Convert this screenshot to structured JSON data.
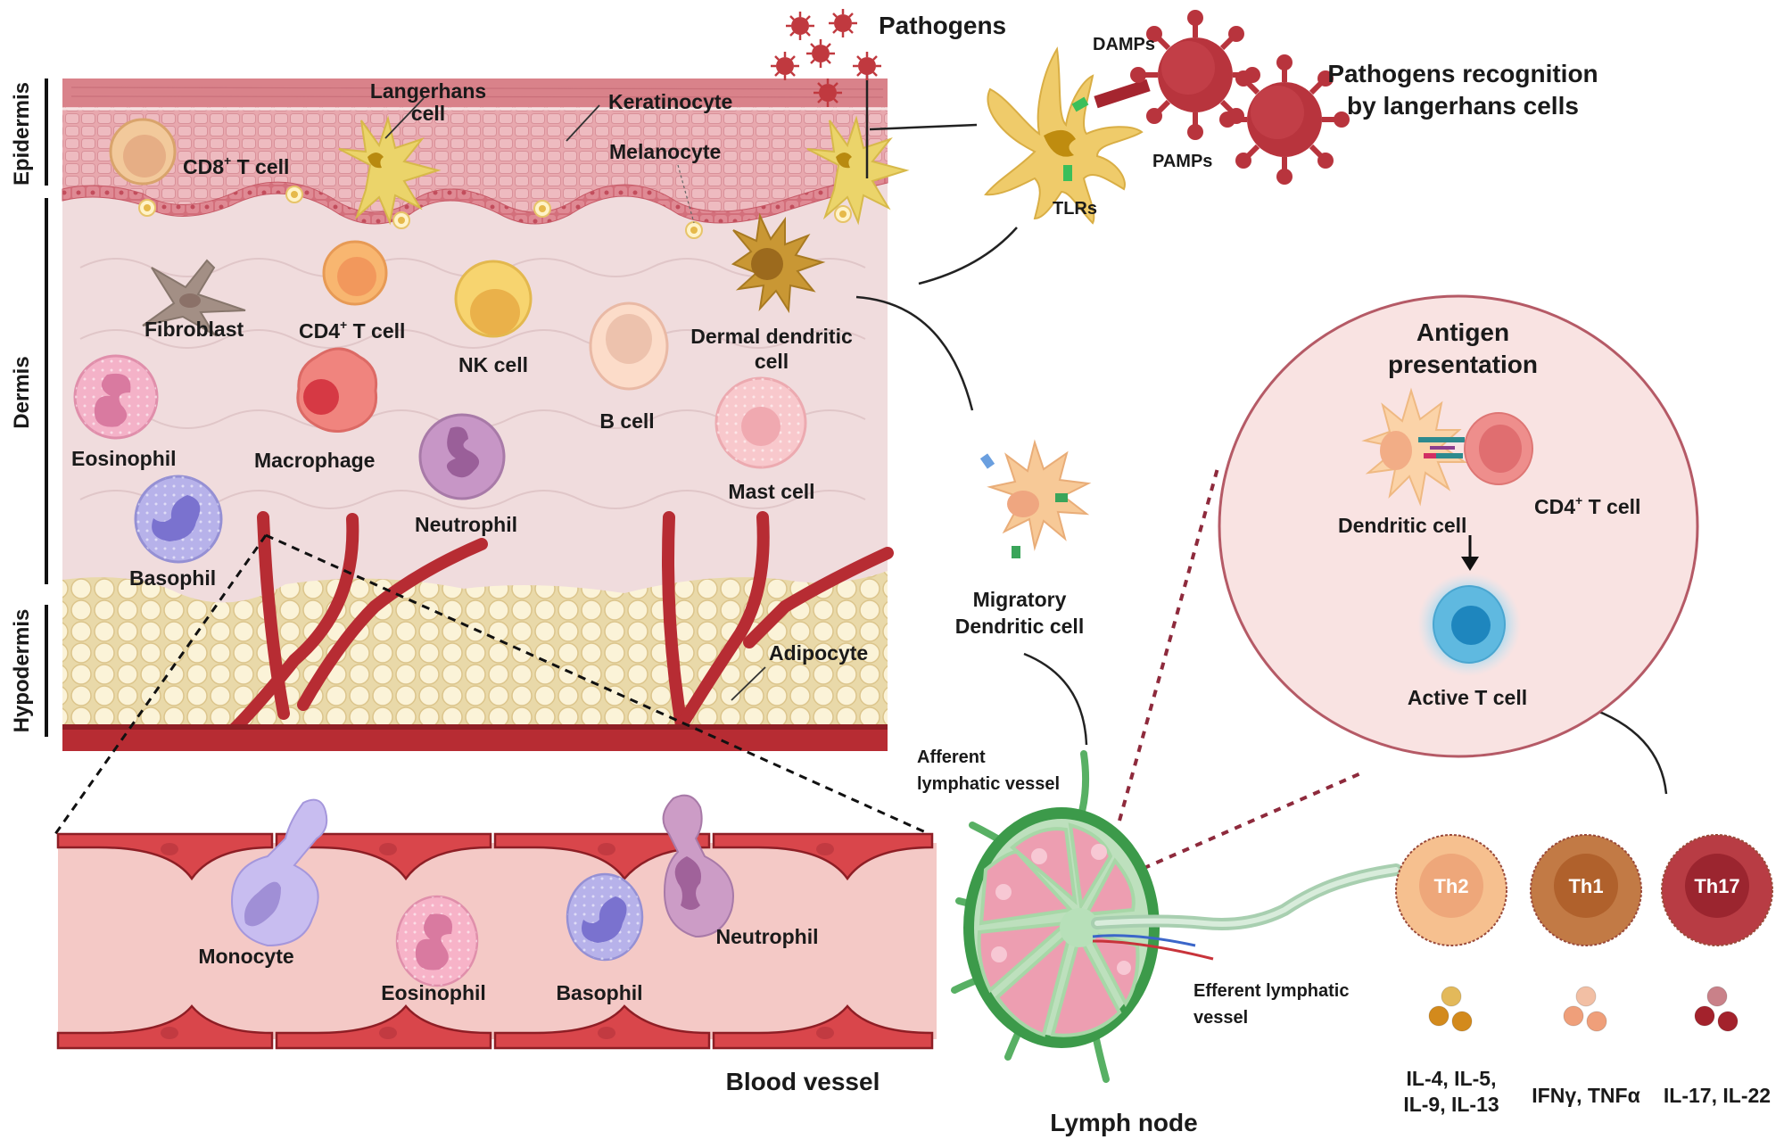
{
  "title": "Skin immune cells, pathogen recognition and T cell differentiation",
  "layers": {
    "epidermis": "Epidermis",
    "dermis": "Dermis",
    "hypodermis": "Hypodermis"
  },
  "skin_labels": {
    "langerhans_line1": "Langerhans",
    "langerhans_line2": "cell",
    "keratinocyte": "Keratinocyte",
    "melanocyte": "Melanocyte",
    "cd8_prefix": "CD8",
    "cd8_sup": "+",
    "cd8_suffix": " T cell",
    "fibroblast": "Fibroblast",
    "cd4_prefix": "CD4",
    "cd4_sup": "+",
    "cd4_suffix": " T cell",
    "nk_cell": "NK cell",
    "b_cell": "B cell",
    "dermal_dc_line1": "Dermal dendritic",
    "dermal_dc_line2": "cell",
    "eosinophil": "Eosinophil",
    "macrophage": "Macrophage",
    "neutrophil": "Neutrophil",
    "mast_cell": "Mast cell",
    "basophil": "Basophil",
    "adipocyte": "Adipocyte"
  },
  "pathogens": {
    "label": "Pathogens",
    "damps": "DAMPs",
    "pamps": "PAMPs",
    "tlrs": "TLRs",
    "recognition_line1": "Pathogens recognition",
    "recognition_line2": "by langerhans cells"
  },
  "blood_vessel": {
    "title": "Blood vessel",
    "cells": [
      "Monocyte",
      "Eosinophil",
      "Basophil",
      "Neutrophil"
    ]
  },
  "migratory": {
    "line1": "Migratory",
    "line2": "Dendritic cell"
  },
  "lymph": {
    "afferent_line1": "Afferent",
    "afferent_line2": "lymphatic vessel",
    "efferent_line1": "Efferent lymphatic",
    "efferent_line2": "vessel",
    "node": "Lymph node"
  },
  "antigen": {
    "title_line1": "Antigen",
    "title_line2": "presentation",
    "dendritic": "Dendritic cell",
    "cd4_prefix": "CD4",
    "cd4_sup": "+",
    "cd4_suffix": " T cell",
    "active": "Active T cell"
  },
  "th_cells": [
    {
      "name": "Th2",
      "cytokines_line1": "IL-4, IL-5,",
      "cytokines_line2": "IL-9, IL-13",
      "outer": "#f6c08f",
      "inner": "#eea77a",
      "granule_top": "#e3b95a",
      "granule": "#d38a1c"
    },
    {
      "name": "Th1",
      "cytokines_line1": "IFNγ, TNFα",
      "cytokines_line2": "",
      "outer": "#c27a45",
      "inner": "#b0612c",
      "granule_top": "#f2bfa4",
      "granule": "#ef9f7a"
    },
    {
      "name": "Th17",
      "cytokines_line1": "IL-17, IL-22",
      "cytokines_line2": "",
      "outer": "#b83c44",
      "inner": "#9b252f",
      "granule_top": "#c98189",
      "granule": "#a3222c"
    }
  ],
  "colors": {
    "stratum_corneum": "#d9828a",
    "epidermis": "#e9aeb3",
    "basal": "#d8727d",
    "dermis": "#f0dcdd",
    "adipose": "#f8efcf",
    "vessel": "#b72c33",
    "vessel_lumen": "#f4c9c6",
    "langerhans": "#efcb6a",
    "lymph_green": "#3c9a4a",
    "antigen_circle": "#f9e3e2",
    "antigen_border": "#b55a66"
  }
}
